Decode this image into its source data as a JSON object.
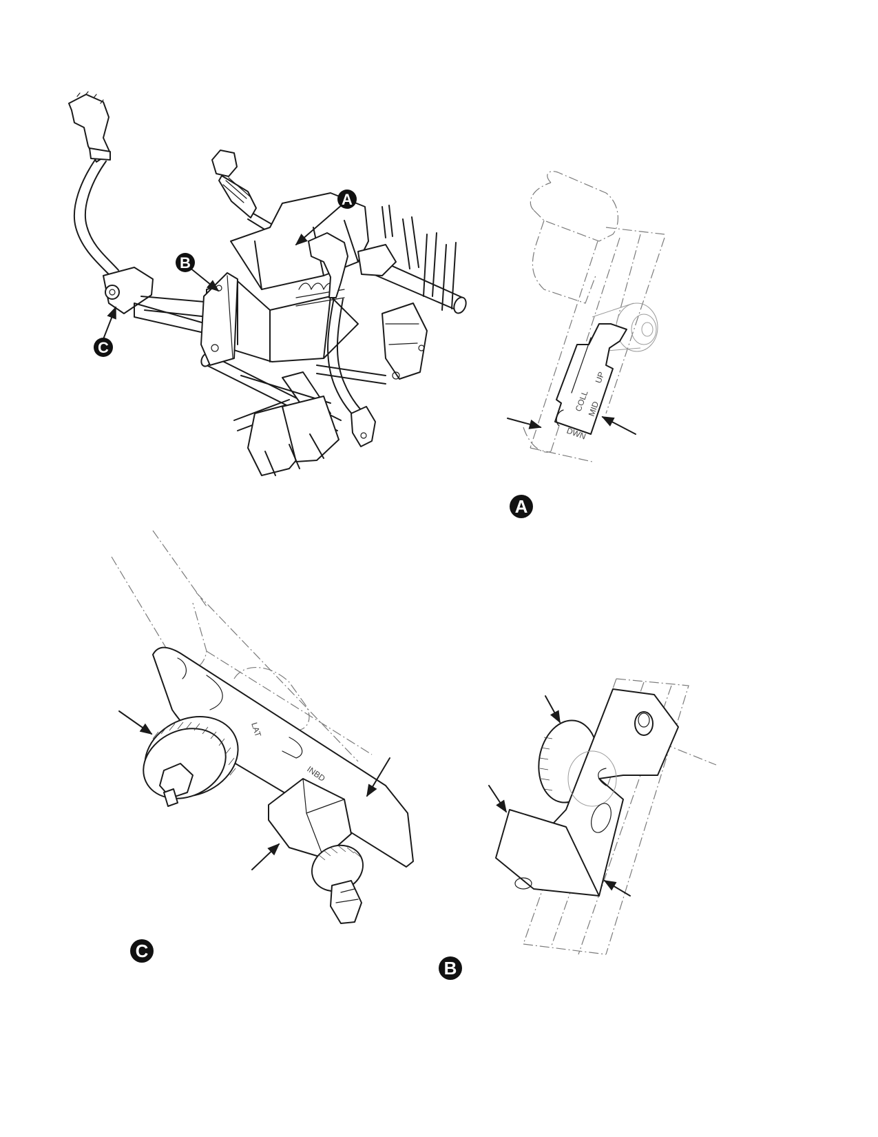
{
  "callouts": {
    "a": "A",
    "b": "B",
    "c": "C"
  },
  "tool_labels": {
    "up": "UP",
    "coll": "COLL",
    "mid": "MID",
    "dwn": "DWN",
    "lat": "LAT",
    "inbd": "INBD"
  },
  "colors": {
    "line": "#1a1a1a",
    "phantom": "#7a7a7a",
    "callout": "#111111"
  }
}
